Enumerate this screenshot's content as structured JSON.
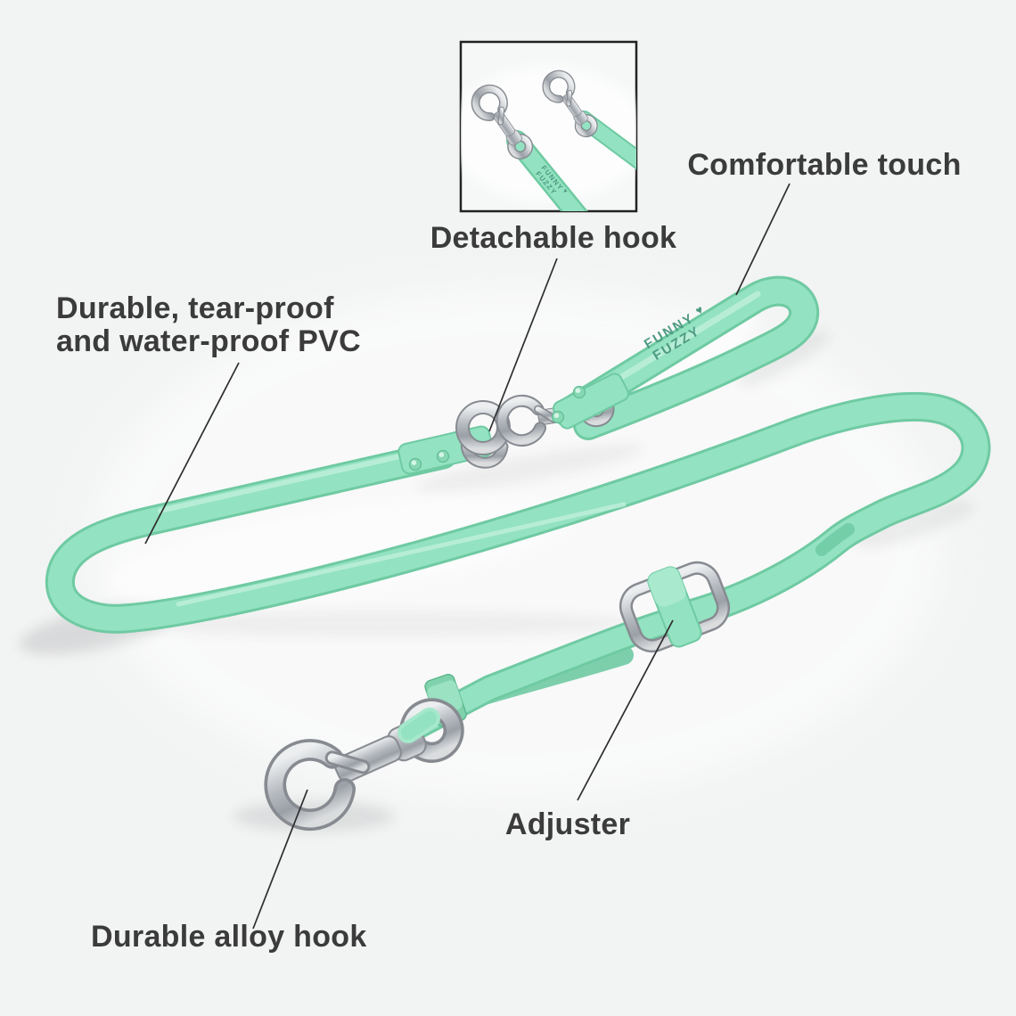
{
  "meta": {
    "title": "Dog leash feature callout diagram",
    "background_color": "#f2f3f3"
  },
  "annotations": {
    "detachable_hook": "Detachable hook",
    "comfortable_touch": "Comfortable touch",
    "durable_pvc_line1": "Durable, tear-proof",
    "durable_pvc_line2": "and water-proof PVC",
    "adjuster": "Adjuster",
    "alloy_hook": "Durable alloy hook"
  },
  "product": {
    "name": "PVC dog leash with detachable alloy hooks",
    "brand_line1": "FUNNY",
    "brand_line2": "FUZZY",
    "brand_heart": "♥",
    "colors": {
      "strap": "#93e2c1",
      "strap_edge": "#6fcaa2",
      "strap_highlight": "#c3f0dc",
      "metal": "#b4b8bd",
      "brand_text": "#4d9a82",
      "label_text": "#3b3b3b",
      "annotation_line": "#2e2e2e",
      "inset_border": "#222222",
      "background": "#f2f3f3"
    }
  },
  "inset": {
    "description": "detachable hook close-up",
    "brand_line1": "FUNNY",
    "brand_line2": "FUZZY"
  }
}
